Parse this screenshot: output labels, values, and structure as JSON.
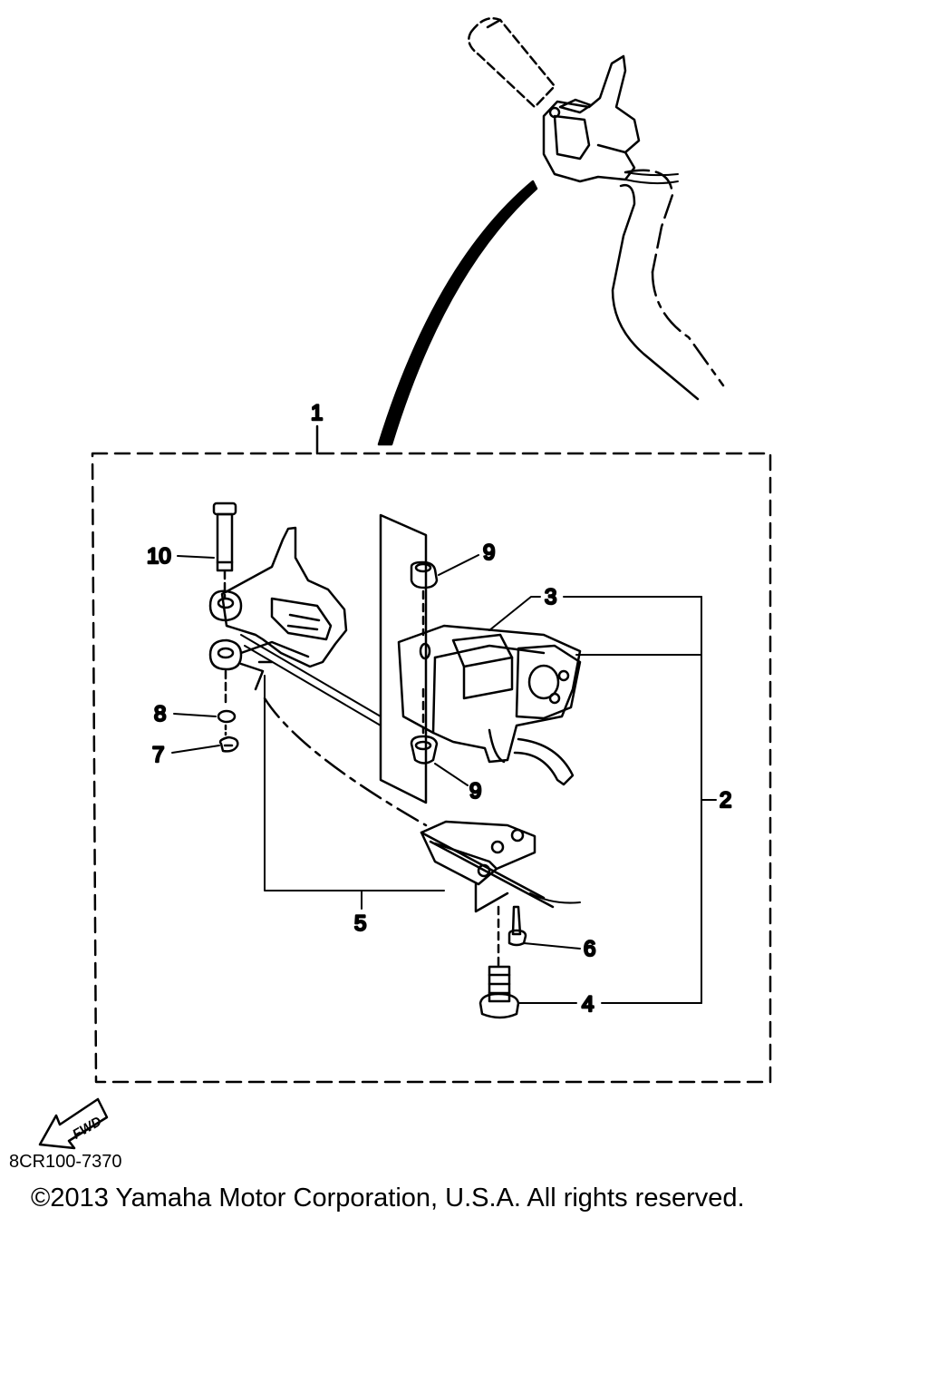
{
  "diagram": {
    "callouts": {
      "c1": "1",
      "c2": "2",
      "c3": "3",
      "c4": "4",
      "c5": "5",
      "c6": "6",
      "c7": "7",
      "c8": "8",
      "c9a": "9",
      "c9b": "9",
      "c10": "10"
    },
    "fwd_label": "FWD"
  },
  "caption": {
    "code": "8CR100-7370",
    "copyright": "©2013 Yamaha Motor Corporation, U.S.A. All rights reserved."
  },
  "colors": {
    "ink": "#000000",
    "paper": "#ffffff"
  }
}
